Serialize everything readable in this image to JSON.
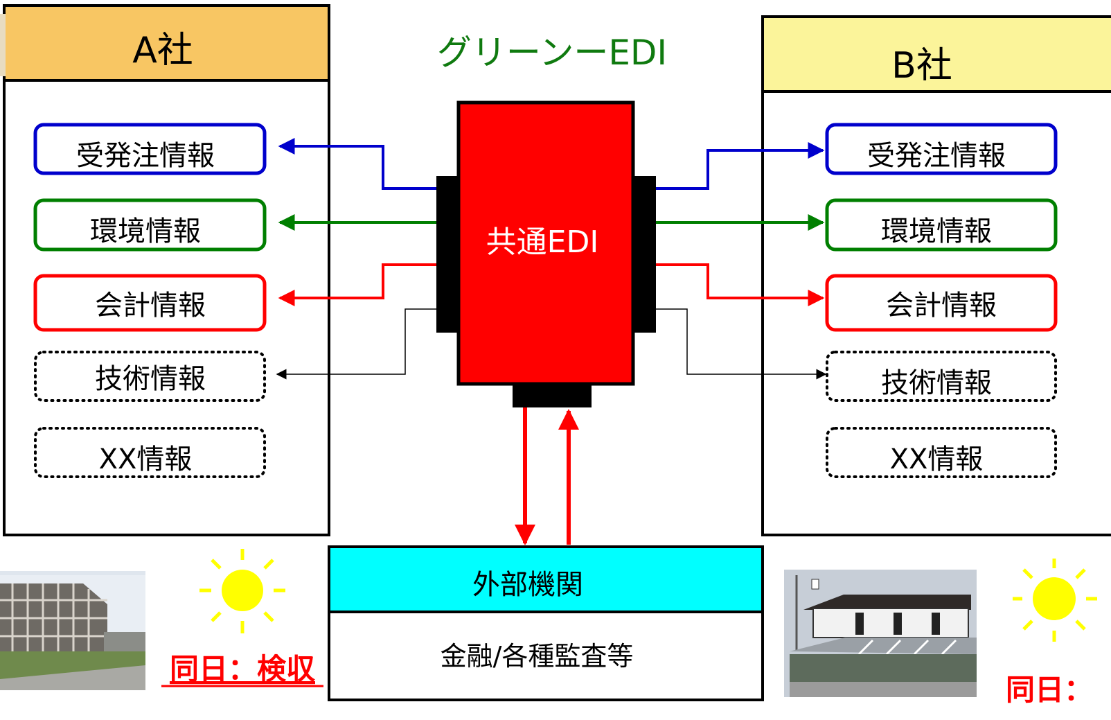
{
  "title": "グリーンーEDI",
  "company_a": {
    "name": "A社",
    "items": [
      "受発注情報",
      "環境情報",
      "会計情報",
      "技術情報",
      "XX情報"
    ],
    "caption": "同日：検収"
  },
  "company_b": {
    "name": "B社",
    "items": [
      "受発注情報",
      "環境情報",
      "会計情報",
      "技術情報",
      "XX情報"
    ],
    "caption": "同日："
  },
  "hub": {
    "label": "共通EDI"
  },
  "external": {
    "header": "外部機関",
    "body": "金融/各種監査等"
  },
  "colors": {
    "company_a_header": "#f8c663",
    "company_b_header": "#fbf49a",
    "hub": "#ff0000",
    "external_header": "#00ffff",
    "blue": "#0000cc",
    "green": "#007f00",
    "red": "#ff0000",
    "title": "#0f7a0f",
    "sun": "#ffff00"
  },
  "item_styles": [
    "solid-blue",
    "solid-green",
    "solid-red",
    "dotted-black",
    "dotted-black"
  ]
}
